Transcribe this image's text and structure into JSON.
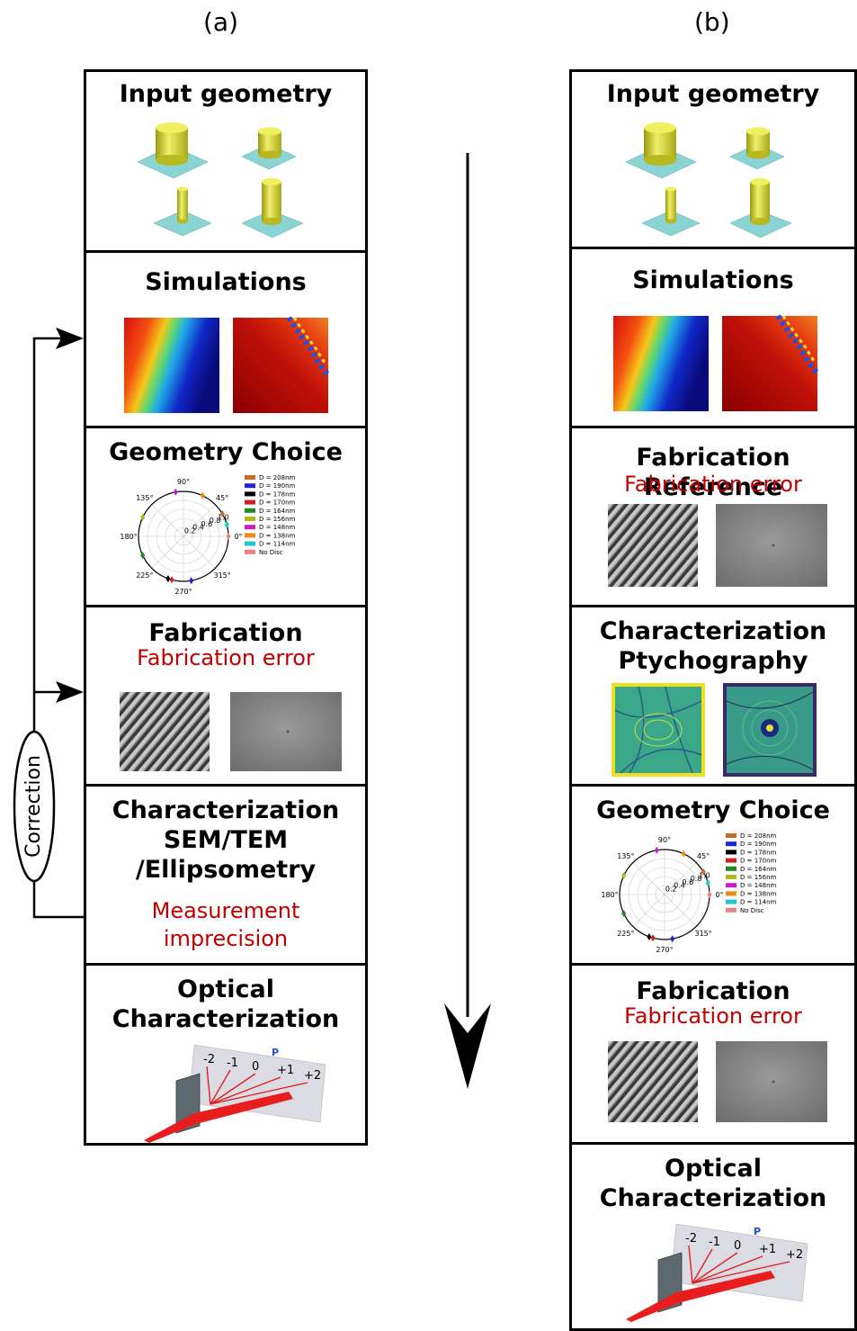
{
  "panels": {
    "a": "(a)",
    "b": "(b)"
  },
  "titles": {
    "input_geometry": "Input geometry",
    "simulations": "Simulations",
    "geometry_choice": "Geometry Choice",
    "fabrication": "Fabrication",
    "fabrication_reference": "Fabrication Reference",
    "characterization_a1": "Characterization",
    "characterization_a2": "SEM/TEM",
    "characterization_a3": "/Ellipsometry",
    "characterization_b1": "Characterization",
    "characterization_b2": "Ptychography",
    "optical_1": "Optical",
    "optical_2": "Characterization"
  },
  "errors": {
    "fabrication_error": "Fabrication error",
    "measurement_1": "Measurement",
    "measurement_2": "imprecision"
  },
  "correction_label": "Correction",
  "polar": {
    "angles": [
      "90°",
      "45°",
      "0°",
      "315°",
      "270°",
      "225°",
      "180°",
      "135°"
    ],
    "radii": [
      "0.2",
      "0.4",
      "0.6",
      "0.8",
      "1.0"
    ]
  },
  "legend": [
    {
      "label": "D = 208nm",
      "color": "#c8692a"
    },
    {
      "label": "D = 190nm",
      "color": "#1f24d6"
    },
    {
      "label": "D = 178nm",
      "color": "#000000"
    },
    {
      "label": "D = 170nm",
      "color": "#d22020"
    },
    {
      "label": "D = 164nm",
      "color": "#1f8a1f"
    },
    {
      "label": "D = 156nm",
      "color": "#b5b51c"
    },
    {
      "label": "D = 148nm",
      "color": "#c81ec8"
    },
    {
      "label": "D = 138nm",
      "color": "#f08a14"
    },
    {
      "label": "D = 114nm",
      "color": "#1ec8c8"
    },
    {
      "label": "No Disc",
      "color": "#f08080"
    }
  ],
  "diffraction_orders": [
    "-2",
    "-1",
    "0",
    "+1",
    "+2",
    "P"
  ]
}
